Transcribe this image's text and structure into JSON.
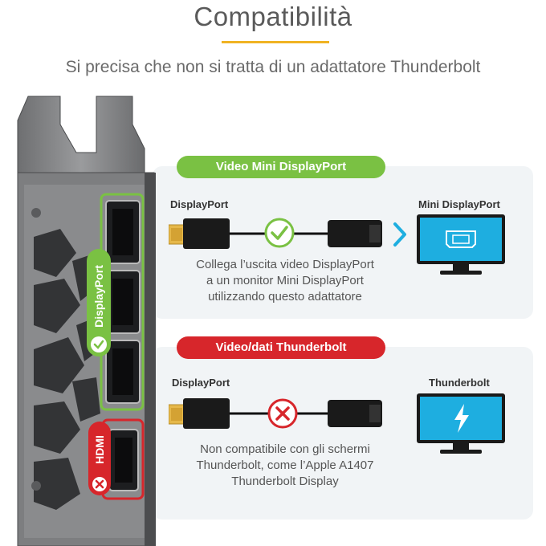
{
  "header": {
    "title": "Compatibilità",
    "subtitle": "Si precisa che non si tratta di un adattatore Thunderbolt"
  },
  "bracket": {
    "displayport_label": "DisplayPort",
    "hdmi_label": "HDMI"
  },
  "compatible": {
    "pill": "Video Mini DisplayPort",
    "source_label": "DisplayPort",
    "target_label": "Mini DisplayPort",
    "description_lines": [
      "Collega l’uscita video DisplayPort",
      "a un monitor Mini DisplayPort",
      "utilizzando questo adattatore"
    ]
  },
  "incompatible": {
    "pill": "Video/dati Thunderbolt",
    "source_label": "DisplayPort",
    "target_label": "Thunderbolt",
    "description_lines": [
      "Non compatibile con gli schermi",
      "Thunderbolt, come l’Apple A1407",
      "Thunderbolt Display"
    ]
  },
  "colors": {
    "accent_yellow": "#f0b323",
    "green": "#7ac143",
    "red": "#d7262b",
    "cyan": "#1eaee0",
    "panel_bg": "#f1f4f6"
  },
  "icons": {
    "check": "check-circle-icon",
    "cross": "x-circle-icon",
    "chevron": "chevron-right-icon",
    "thunderbolt": "thunderbolt-icon",
    "mdp": "mini-displayport-icon"
  }
}
